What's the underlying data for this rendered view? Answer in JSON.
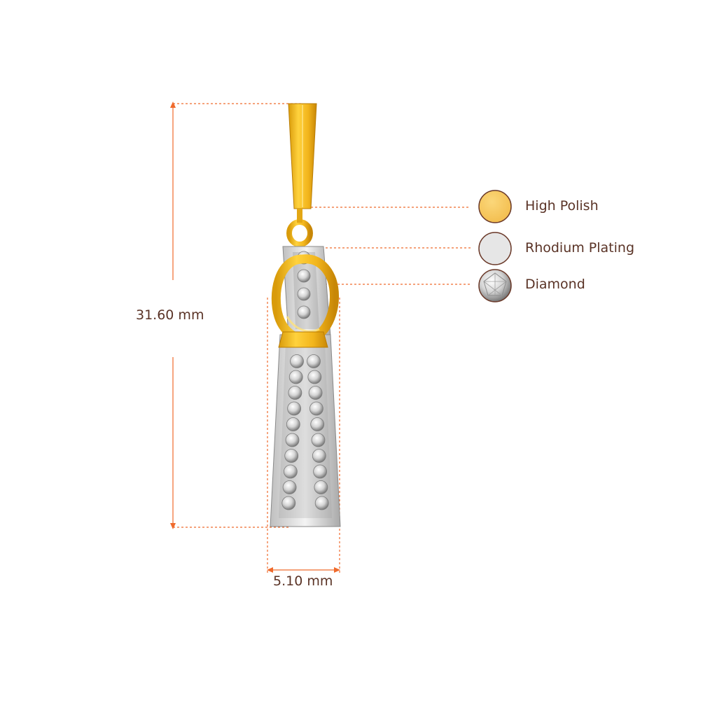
{
  "dimensions": {
    "height": "31.60 mm",
    "width": "5.10 mm"
  },
  "legend": [
    {
      "label": "High Polish",
      "swatch": "gold-swatch",
      "color": "#f7c65a"
    },
    {
      "label": "Rhodium Plating",
      "swatch": "rhodium-swatch",
      "color": "#e6e6e6"
    },
    {
      "label": "Diamond",
      "swatch": "diamond-swatch",
      "color": "#d9d9d9"
    }
  ],
  "colors": {
    "dimension_line": "#ef6a2c",
    "label_text": "#5a3326",
    "gold": "#f1b81f",
    "gold_dark": "#c98a06",
    "rhodium": "#dcdcdc",
    "swatch_border": "#6b3a2a"
  }
}
